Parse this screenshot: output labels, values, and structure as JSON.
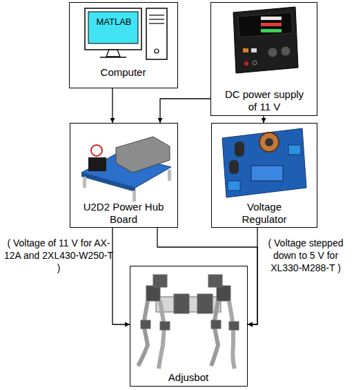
{
  "diagram": {
    "nodes": [
      {
        "text": [
          "MATLAB",
          "Computer"
        ]
      },
      {
        "text": [
          "DC power supply of 11 V"
        ]
      },
      {
        "text": [
          "U2D2 Power Hub Board"
        ]
      },
      {
        "text": [
          "Voltage Regulator"
        ]
      },
      {
        "text": [
          "Adjusbot"
        ]
      }
    ],
    "edges": [
      {
        "from": 0,
        "to": 2,
        "arrow": "to"
      },
      {
        "from": 1,
        "to": 2,
        "arrow": "to"
      },
      {
        "from": 1,
        "to": 3,
        "arrow": "to"
      },
      {
        "from": 2,
        "to": 4,
        "arrow": "to",
        "label": "( Voltage of 11 V for AX-12A and 2XL430-W250-T )"
      },
      {
        "from": 2,
        "to": 4,
        "arrow": "to"
      },
      {
        "from": 3,
        "to": 4,
        "arrow": "to",
        "label": "( Voltage stepped down to 5 V for XL330-M288-T )"
      }
    ]
  }
}
